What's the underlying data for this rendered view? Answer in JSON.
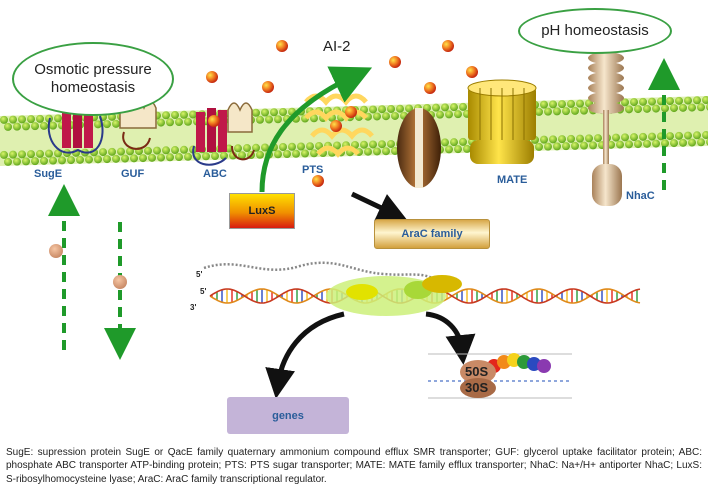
{
  "bubbles": {
    "osmotic": "Osmotic pressure homeostasis",
    "ph": "pH homeostasis"
  },
  "signal": "AI-2",
  "proteins": {
    "suge": "SugE",
    "guf": "GUF",
    "abc": "ABC",
    "pts": "PTS",
    "mate": "MATE",
    "nhac": "NhaC",
    "luxs": "LuxS",
    "arac": "AraC family"
  },
  "dna": {
    "five_prime": "5'",
    "three_prime": "3'",
    "mrna_five": "5'"
  },
  "ribosome": {
    "large": "50S",
    "small": "30S"
  },
  "genes": "genes",
  "caption": "SugE: supression protein SugE or QacE family quaternary ammonium compound efflux SMR transporter; GUF: glycerol uptake facilitator protein; ABC: phosphate ABC transporter ATP-binding protein; PTS: PTS sugar transporter; MATE: MATE family efflux transporter; NhaC: Na+/H+ antiporter NhaC; LuxS: S-ribosylhomocysteine lyase; AraC: AraC family transcriptional regulator.",
  "colors": {
    "membrane": "#7ec82c",
    "arrow_green": "#1f9a2a",
    "ai2_sphere": "#e8521a",
    "transporter_red": "#c0184a",
    "mate_gold": "#d6b000"
  }
}
